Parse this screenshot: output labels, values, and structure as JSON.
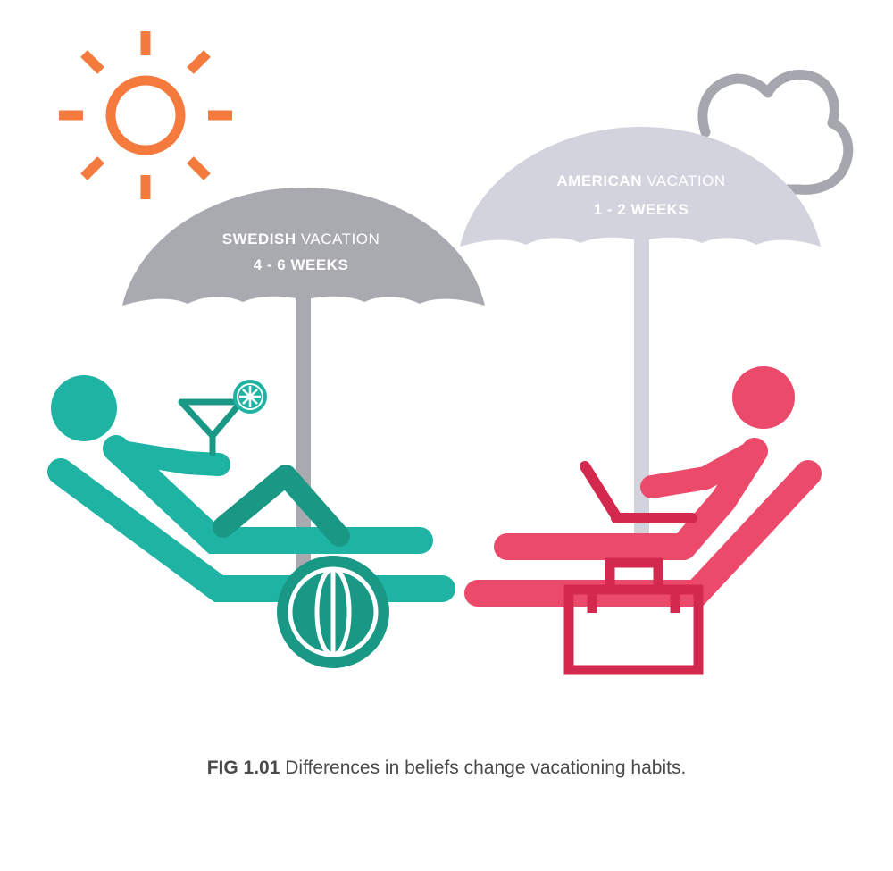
{
  "swedish": {
    "title_bold": "SWEDISH",
    "title_light": "VACATION",
    "duration": "4 - 6 WEEKS"
  },
  "american": {
    "title_bold": "AMERICAN",
    "title_light": "VACATION",
    "duration": "1 - 2 WEEKS"
  },
  "caption": {
    "fig_label": "FIG 1.01",
    "text": "Differences in beliefs change vacationing habits."
  },
  "colors": {
    "sun": "#f47a3e",
    "cloud": "#a6a6ae",
    "swedish_umbrella": "#a9a9b0",
    "american_umbrella": "#d3d3de",
    "teal": "#1fb3a4",
    "teal_dark": "#1a9886",
    "pink": "#ec4a6b",
    "pink_dark": "#d4294f"
  },
  "icons": [
    "sun-icon",
    "cloud-icon",
    "umbrella-icon",
    "person-icon",
    "cocktail-icon",
    "beach-ball-icon",
    "laptop-icon",
    "briefcase-icon"
  ]
}
